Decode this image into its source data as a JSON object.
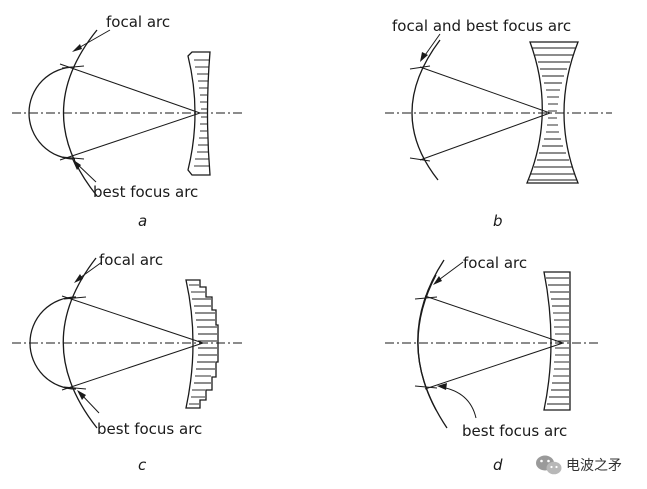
{
  "panels": [
    {
      "id": "a",
      "caption": "a",
      "labels": [
        "focal arc",
        "best focus arc"
      ]
    },
    {
      "id": "b",
      "caption": "b",
      "labels": [
        "focal and best focus arc"
      ]
    },
    {
      "id": "c",
      "caption": "c",
      "labels": [
        "focal arc",
        "best focus arc"
      ]
    },
    {
      "id": "d",
      "caption": "d",
      "labels": [
        "focal arc",
        "best focus arc"
      ]
    }
  ],
  "watermark": {
    "text": "电波之矛",
    "icon": "wechat-icon"
  }
}
